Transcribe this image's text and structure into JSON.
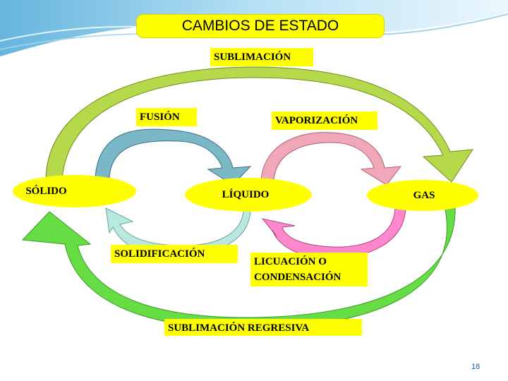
{
  "title": "CAMBIOS DE ESTADO",
  "states": {
    "solid": "SÓLIDO",
    "liquid": "LÍQUIDO",
    "gas": "GAS"
  },
  "processes": {
    "sublimation": "SUBLIMACIÓN",
    "fusion": "FUSIÓN",
    "vaporization": "VAPORIZACIÓN",
    "solidification": "SOLIDIFICACIÓN",
    "liquefaction_line1": "LICUACIÓN O",
    "liquefaction_line2": "CONDENSACIÓN",
    "reverse_sublimation": "SUBLIMACIÓN REGRESIVA"
  },
  "page_number": "18",
  "colors": {
    "highlight": "#ffff00",
    "sublimation_arrow": "#b5d94a",
    "reverse_sublimation_arrow": "#66dd44",
    "fusion_arrow": "#7ab8c8",
    "solidification_arrow": "#b8e8e0",
    "vaporization_arrow": "#f0a8b8",
    "liquefaction_arrow": "#ff88cc",
    "decor_swoosh": "#7cc4e8"
  }
}
